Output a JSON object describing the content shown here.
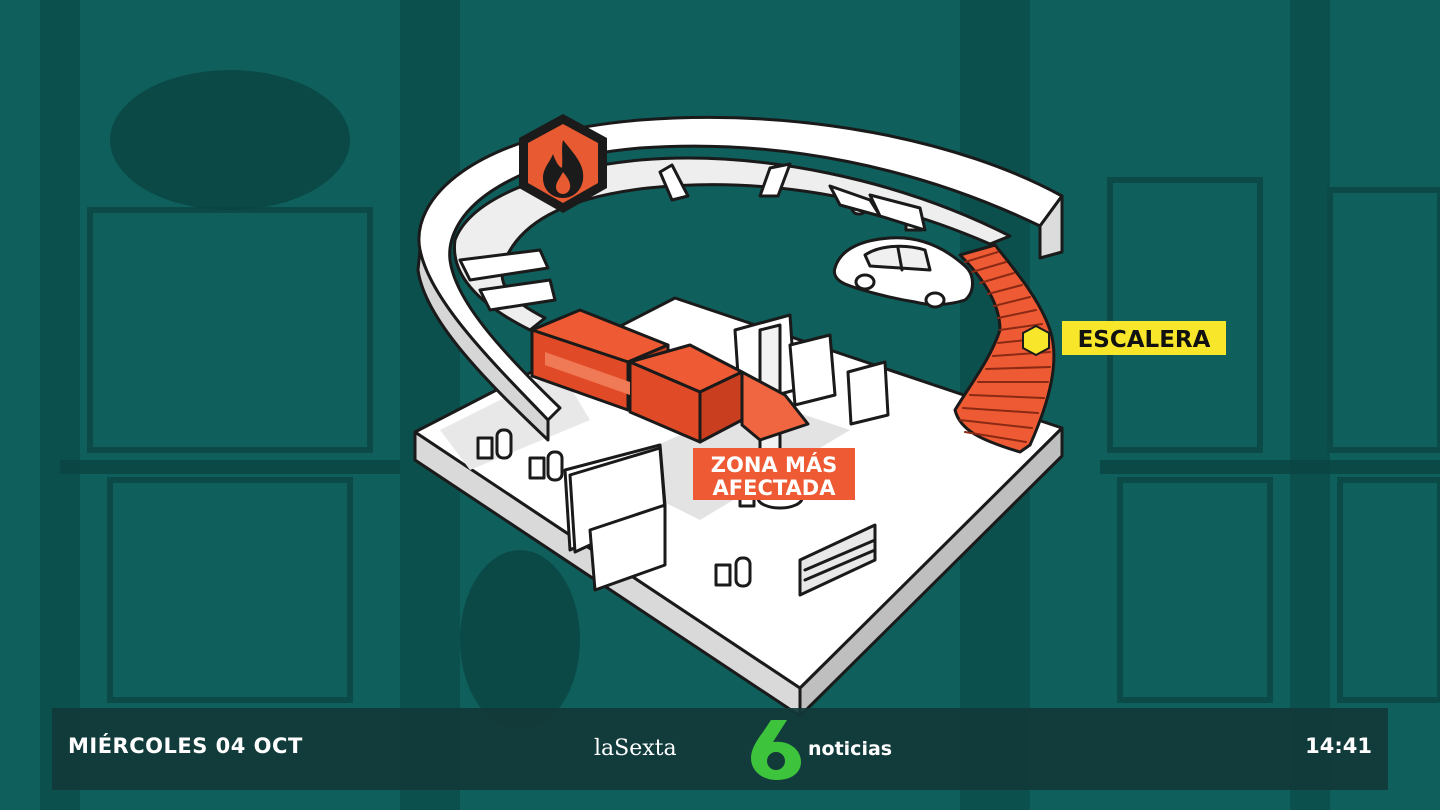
{
  "labels": {
    "stairs": "ESCALERA",
    "zone_line1": "ZONA MÁS",
    "zone_line2": "AFECTADA"
  },
  "icons": {
    "fire": "fire-icon",
    "brand_logo": "six-logo-icon"
  },
  "ticker": {
    "date": "MIÉRCOLES 04 OCT",
    "brand_left": "laSexta",
    "brand_right": "noticias",
    "time": "14:41"
  },
  "colors": {
    "background": "#0f5f5c",
    "affected": "#ee5a33",
    "stairs_label": "#f7e629",
    "fire_badge": "#e85a32",
    "logo_green": "#3dc43c"
  }
}
